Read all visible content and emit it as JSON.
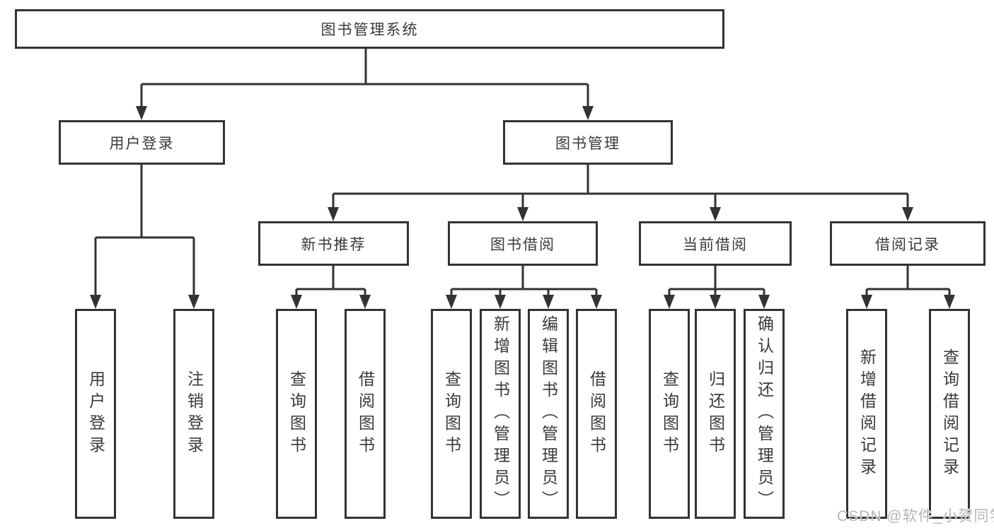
{
  "diagram_title": "图书管理系统",
  "nodes": {
    "root": {
      "label": "图书管理系统"
    },
    "user_login_branch": {
      "label": "用户登录",
      "children": [
        {
          "label": "用户登录"
        },
        {
          "label": "注销登录"
        }
      ]
    },
    "book_mgmt_branch": {
      "label": "图书管理",
      "children": [
        {
          "label": "新书推荐",
          "children": [
            {
              "label": "查询图书"
            },
            {
              "label": "借阅图书"
            }
          ]
        },
        {
          "label": "图书借阅",
          "children": [
            {
              "label": "查询图书"
            },
            {
              "label": "新增图书（管理员）"
            },
            {
              "label": "编辑图书（管理员）"
            },
            {
              "label": "借阅图书"
            }
          ]
        },
        {
          "label": "当前借阅",
          "children": [
            {
              "label": "查询图书"
            },
            {
              "label": "归还图书"
            },
            {
              "label": "确认归还（管理员）"
            }
          ]
        },
        {
          "label": "借阅记录",
          "children": [
            {
              "label": "新增借阅记录"
            },
            {
              "label": "查询借阅记录"
            }
          ]
        }
      ]
    }
  },
  "watermark": {
    "text": "CSDN @软件_小贺同学"
  },
  "colors": {
    "line": "#333333",
    "node_border": "#333333",
    "node_text": "#3a3a3a",
    "background": "#ffffff",
    "watermark_text": "#b5b5b5"
  }
}
